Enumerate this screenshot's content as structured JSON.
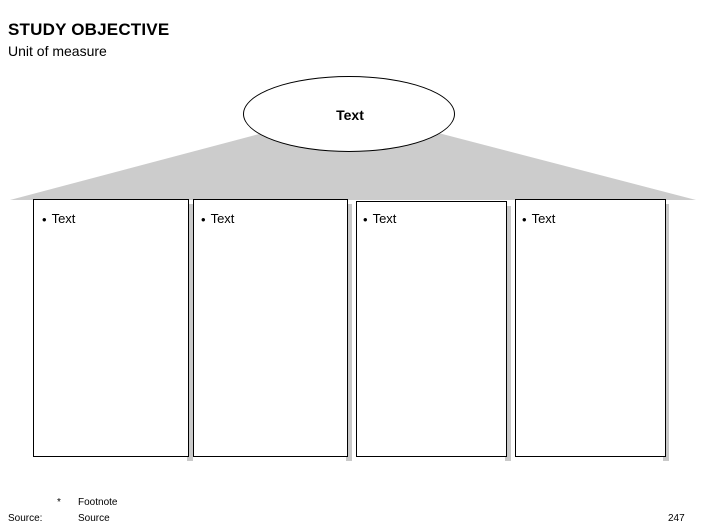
{
  "slide": {
    "title": "STUDY OBJECTIVE",
    "subtitle": "Unit of measure",
    "page_number": "247"
  },
  "diagram": {
    "type": "temple-pediment-columns",
    "keystone": {
      "shape": "ellipse",
      "label": "Text"
    },
    "pediment": {
      "shape": "triangle",
      "fill_color": "#cccccc"
    },
    "columns": [
      {
        "label": "Text",
        "bullet": "•"
      },
      {
        "label": "Text",
        "bullet": "•"
      },
      {
        "label": "Text",
        "bullet": "•"
      },
      {
        "label": "Text",
        "bullet": "•"
      }
    ]
  },
  "footer": {
    "footnote_marker": "*",
    "footnote_text": "Footnote",
    "source_label": "Source:",
    "source_text": "Source"
  },
  "colors": {
    "shape_fill_gray": "#cccccc",
    "shadow_gray": "#c9c9c9",
    "outline_black": "#000000",
    "background_white": "#ffffff"
  }
}
